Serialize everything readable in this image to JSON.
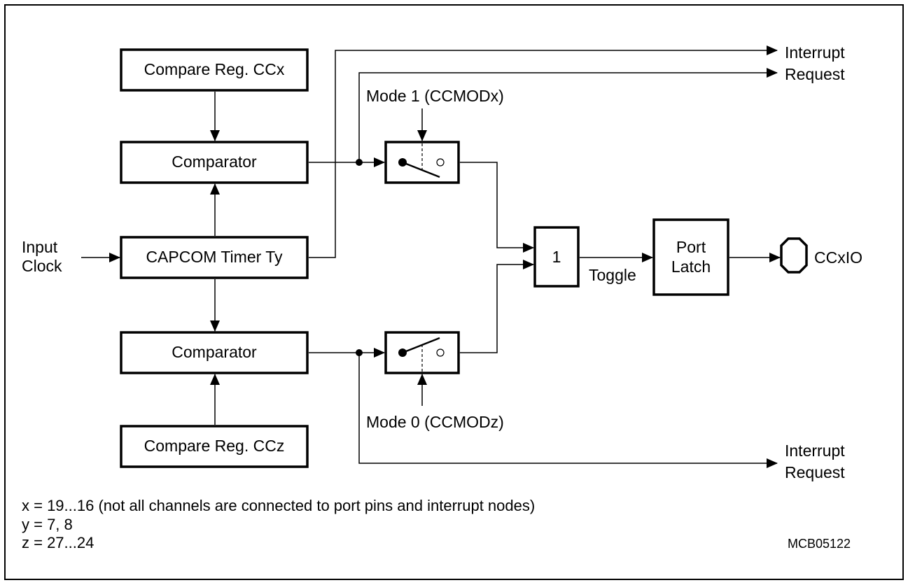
{
  "blocks": {
    "compare_reg_x": "Compare Reg. CCx",
    "comparator_top": "Comparator",
    "timer": "CAPCOM Timer Ty",
    "comparator_bottom": "Comparator",
    "compare_reg_z": "Compare Reg. CCz",
    "or_gate": "1",
    "port_latch_line1": "Port",
    "port_latch_line2": "Latch"
  },
  "labels": {
    "input_line1": "Input",
    "input_line2": "Clock",
    "mode1": "Mode 1 (CCMODx)",
    "mode0": "Mode 0 (CCMODz)",
    "toggle": "Toggle",
    "output_pin": "CCxIO",
    "irq_top_line1": "Interrupt",
    "irq_top_line2": "Request",
    "irq_bottom_line1": "Interrupt",
    "irq_bottom_line2": "Request"
  },
  "notes": [
    "x = 19...16 (not all channels are connected to port pins and interrupt nodes)",
    "y = 7, 8",
    "z = 27...24"
  ],
  "figure_code": "MCB05122"
}
